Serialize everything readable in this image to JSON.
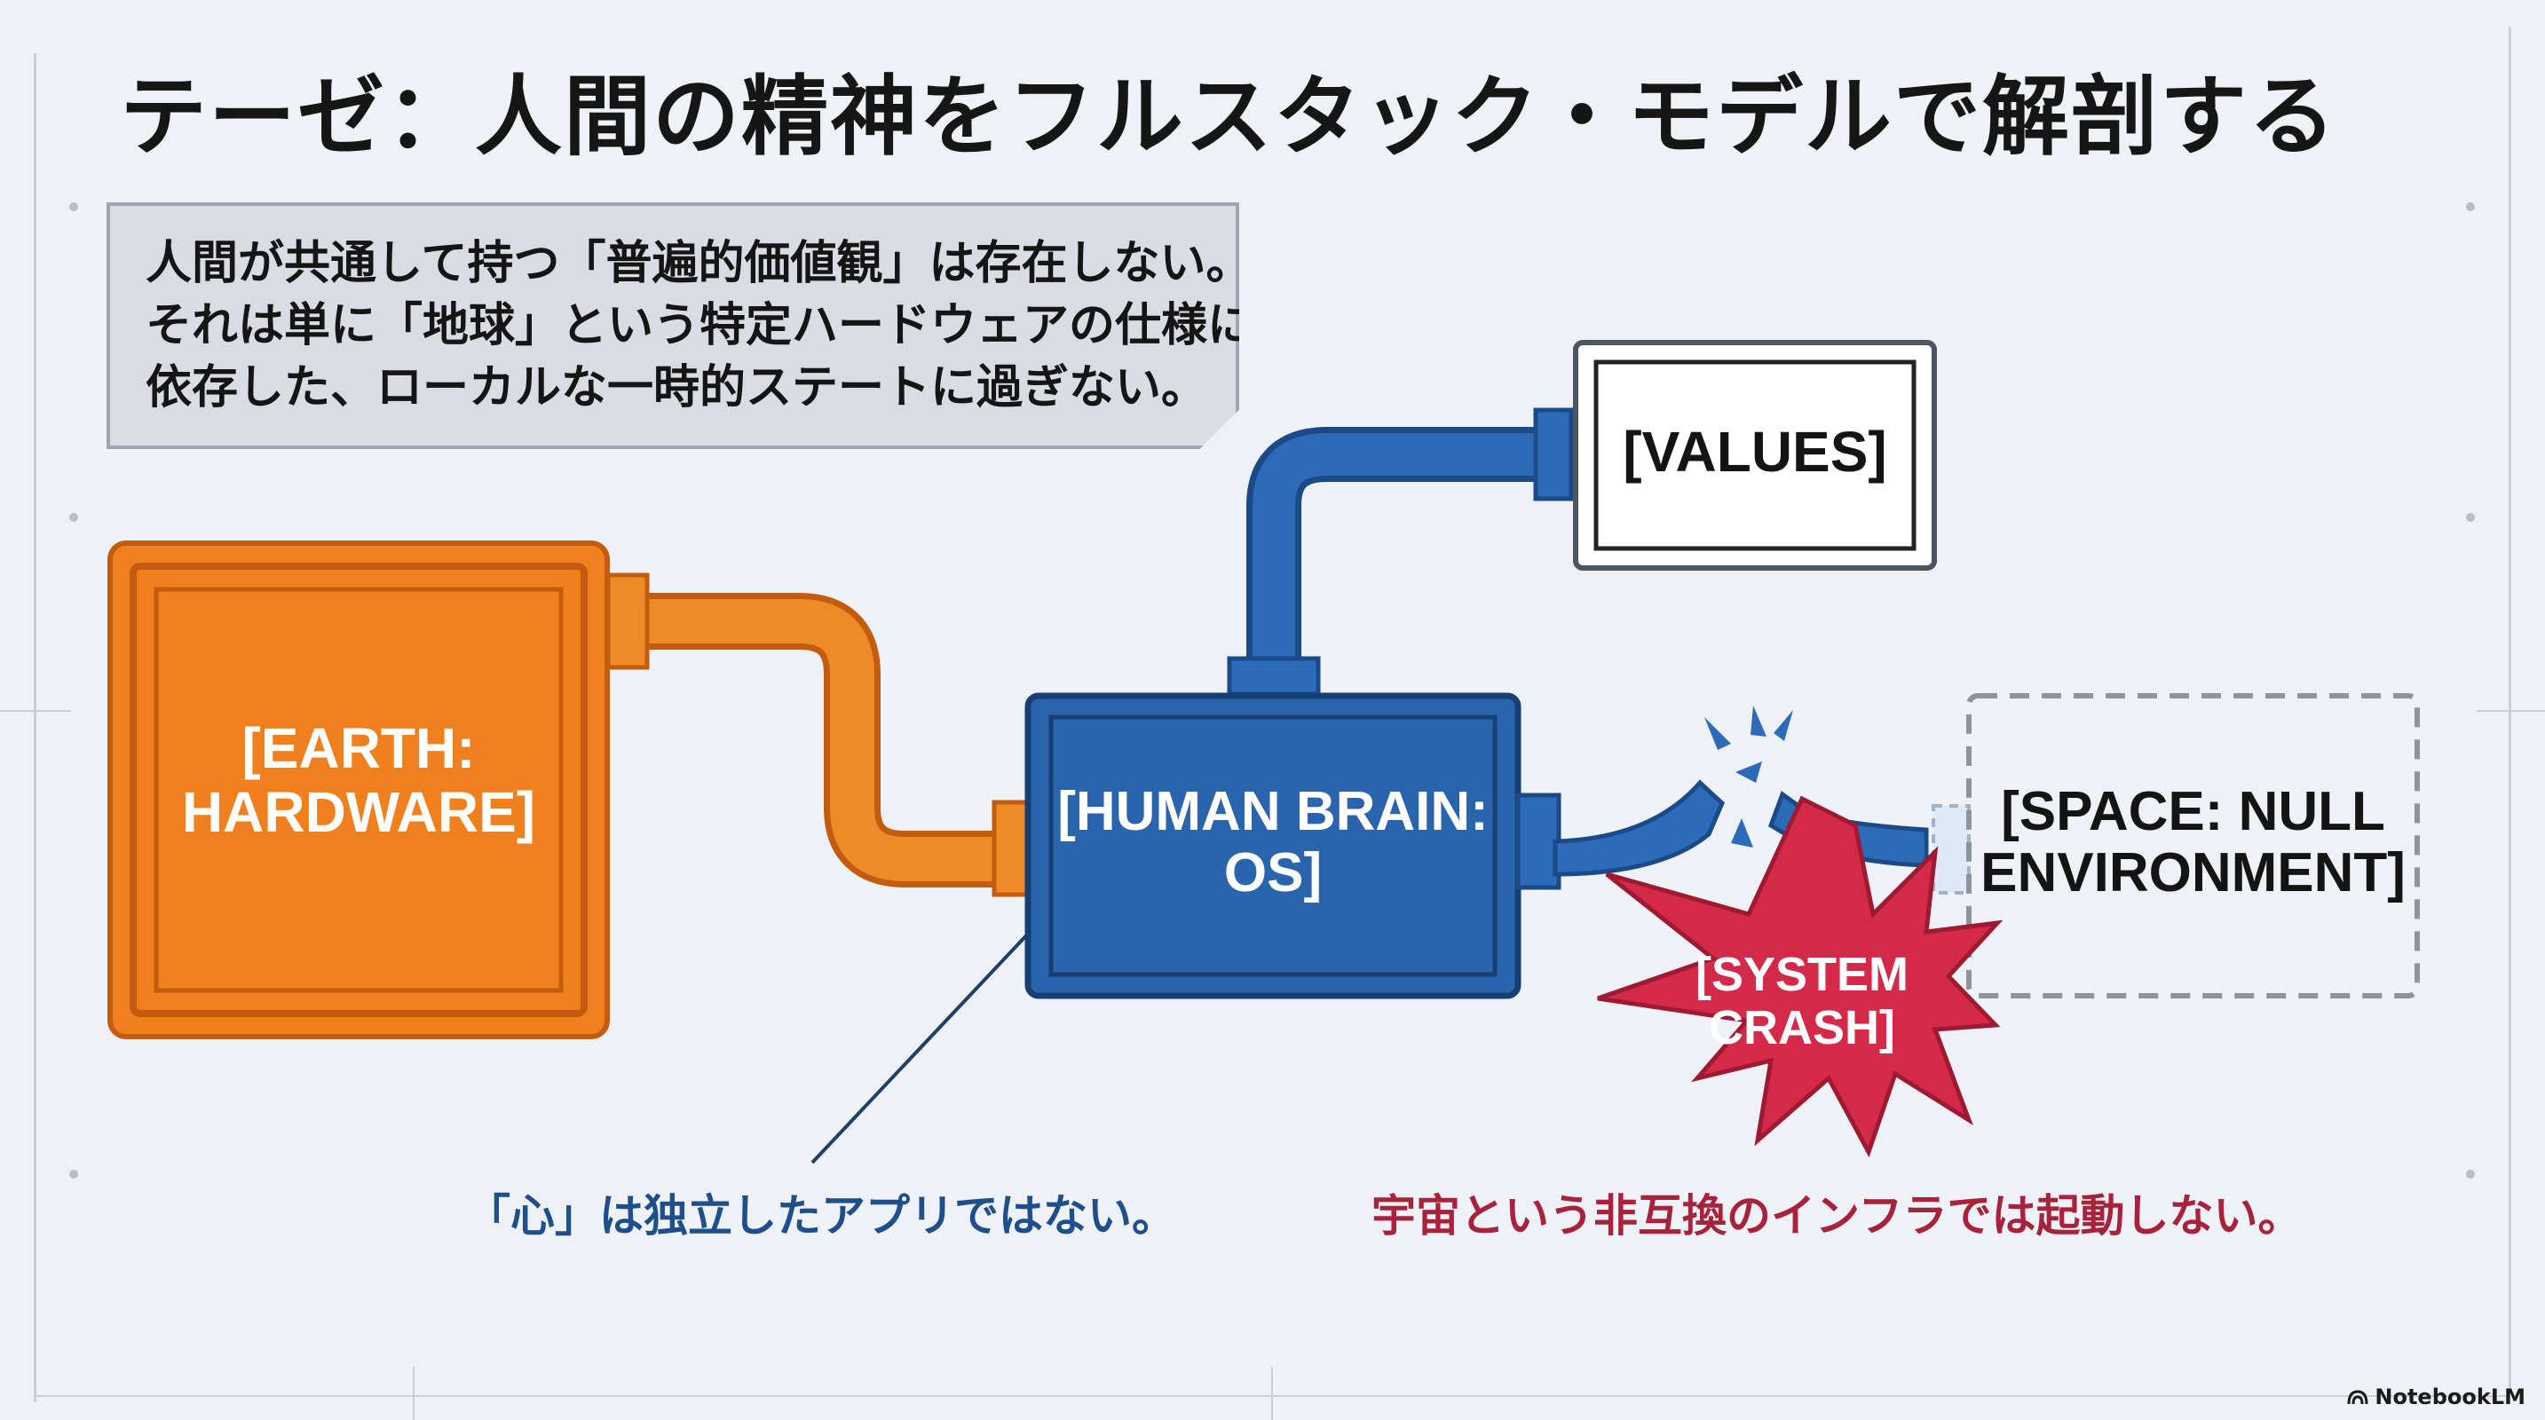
{
  "title": "テーゼ：人間の精神をフルスタック・モデルで解剖する",
  "thesis": {
    "lines": [
      "人間が共通して持つ「普遍的価値観」は存在しない。",
      "それは単に「地球」という特定ハードウェアの仕様に",
      "依存した、ローカルな一時的ステートに過ぎない。"
    ]
  },
  "boxes": {
    "earth": "[EARTH:\nHARDWARE]",
    "brain": "[HUMAN BRAIN:\nOS]",
    "values": "[VALUES]",
    "space": "[SPACE: NULL\nENVIRONMENT]",
    "crash": "[SYSTEM\nCRASH]"
  },
  "captions": {
    "mind": "「心」は独立したアプリではない。",
    "universe": "宇宙という非互換のインフラでは起動しない。"
  },
  "brand": {
    "name": "NotebookLM",
    "icon": "notebooklm-logo-icon"
  },
  "colors": {
    "earth": "#f07f1e",
    "brain": "#2a64ad",
    "crash": "#d42a4a",
    "caption_mind": "#1e4f8a",
    "caption_universe": "#a8223c"
  }
}
